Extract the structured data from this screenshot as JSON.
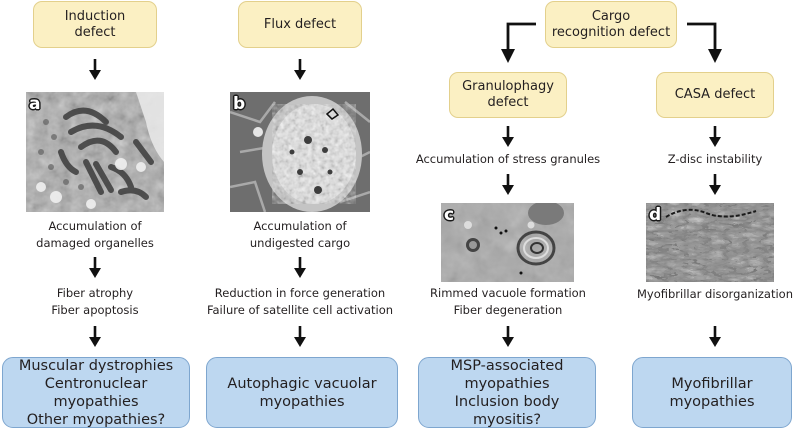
{
  "diagram": {
    "columns": [
      {
        "id": "induction",
        "trigger": [
          "Induction",
          "defect"
        ],
        "panel_label": "a",
        "micrograph": "electron micrograph showing damaged organelles",
        "outcome": [
          "Accumulation of",
          "damaged organelles"
        ],
        "consequence": [
          "Fiber atrophy",
          "Fiber apoptosis"
        ],
        "disease": [
          "Muscular dystrophies",
          "Centronuclear myopathies",
          "Other myopathies?"
        ]
      },
      {
        "id": "flux",
        "trigger": [
          "Flux defect"
        ],
        "panel_label": "b",
        "micrograph": "electron micrograph showing autophagic vacuole with undigested cargo",
        "outcome": [
          "Accumulation of",
          "undigested cargo"
        ],
        "consequence": [
          "Reduction in force generation",
          "Failure of satellite cell activation"
        ],
        "disease": [
          "Autophagic vacuolar",
          "myopathies"
        ]
      }
    ],
    "cargo": {
      "trigger": [
        "Cargo",
        "recognition defect"
      ],
      "branches": [
        {
          "id": "granulophagy",
          "trigger": [
            "Granulophagy",
            "defect"
          ],
          "intermediate": "Accumulation of stress granules",
          "panel_label": "c",
          "micrograph": "electron micrograph showing rimmed vacuoles",
          "consequence": [
            "Rimmed vacuole formation",
            "Fiber degeneration"
          ],
          "disease": [
            "MSP-associated",
            "myopathies",
            "Inclusion body myositis?"
          ]
        },
        {
          "id": "casa",
          "trigger": [
            "CASA defect"
          ],
          "intermediate": "Z-disc instability",
          "panel_label": "d",
          "micrograph": "electron micrograph showing myofibrillar disorganization",
          "consequence": [
            "Myofibrillar disorganization"
          ],
          "disease": [
            "Myofibrillar",
            "myopathies"
          ]
        }
      ]
    },
    "colors": {
      "trigger_fill": "#fbf0c3",
      "trigger_border": "#e3d08c",
      "disease_fill": "#bdd7f0",
      "disease_border": "#7ea6cf",
      "arrow": "#111111"
    }
  }
}
